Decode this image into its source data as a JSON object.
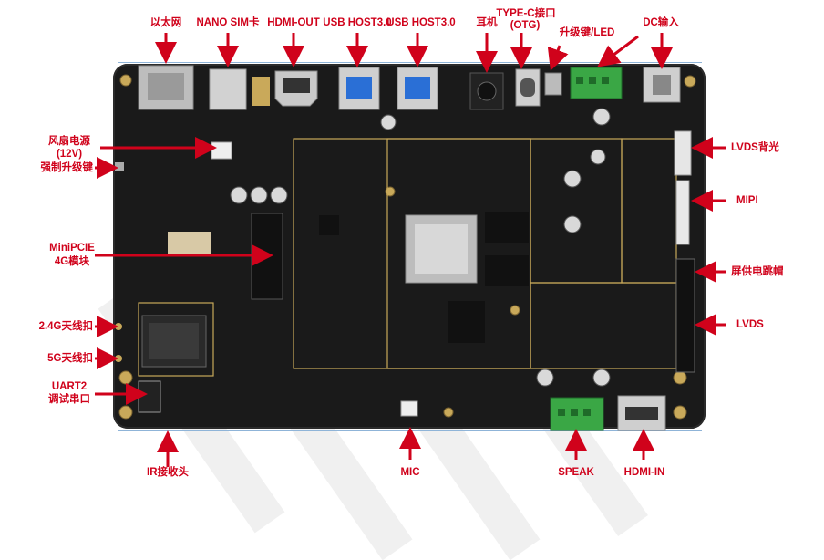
{
  "labels": {
    "ethernet": "以太网",
    "nano_sim": "NANO SIM卡",
    "hdmi_out": "HDMI-OUT",
    "usb_host_1": "USB HOST3.0",
    "usb_host_2": "USB HOST3.0",
    "headphone": "耳机",
    "type_c": "TYPE-C接口",
    "otg": "(OTG)",
    "upgrade_key_led": "升级键/LED",
    "dc_input": "DC输入",
    "fan_power": "风扇电源",
    "fan_voltage": "(12V)",
    "force_upgrade": "强制升级键",
    "minipcie": "MiniPCIE",
    "module_4g": "4G模块",
    "antenna_24g": "2.4G天线扣",
    "antenna_5g": "5G天线扣",
    "uart2": "UART2",
    "debug_serial": "调试串口",
    "ir_receiver": "IR接收头",
    "mic": "MIC",
    "speak": "SPEAK",
    "hdmi_in": "HDMI-IN",
    "lvds_backlight": "LVDS背光",
    "mipi": "MIPI",
    "screen_power_jumper": "屏供电跳帽",
    "lvds": "LVDS"
  },
  "colors": {
    "label_red": "#d0021b",
    "pcb_black": "#1a1a1a",
    "silkscreen": "#c9a95a",
    "terminal_green": "#3aa745"
  }
}
